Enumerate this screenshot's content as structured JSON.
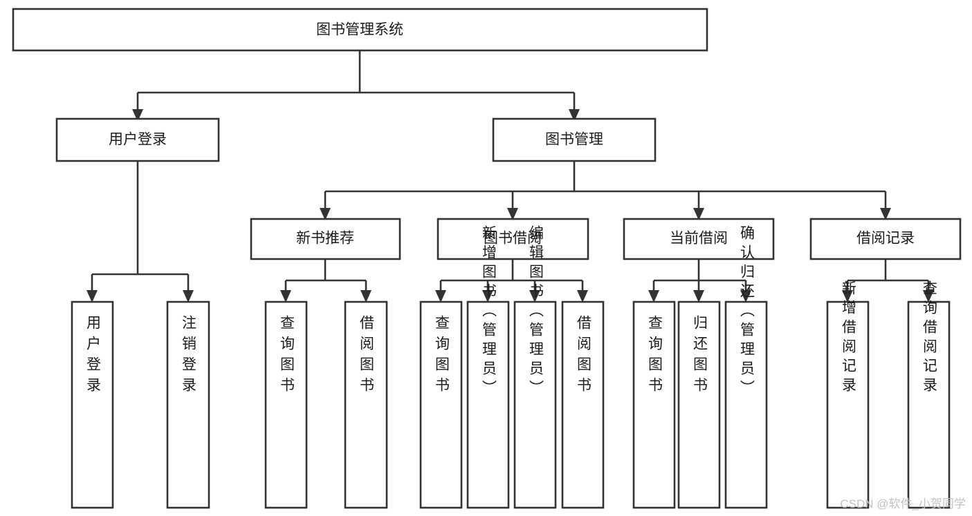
{
  "diagram": {
    "title": "图书管理系统",
    "type": "tree-hierarchy",
    "root": {
      "id": "root",
      "label": "图书管理系统",
      "level": 1
    },
    "level2": [
      {
        "id": "user-login",
        "label": "用户登录"
      },
      {
        "id": "book-manage",
        "label": "图书管理"
      }
    ],
    "level3": [
      {
        "id": "new-book-recommend",
        "label": "新书推荐",
        "parent": "book-manage"
      },
      {
        "id": "book-borrow",
        "label": "图书借阅",
        "parent": "book-manage"
      },
      {
        "id": "current-borrow",
        "label": "当前借阅",
        "parent": "book-manage"
      },
      {
        "id": "borrow-record",
        "label": "借阅记录",
        "parent": "book-manage"
      }
    ],
    "leaves": {
      "user-login": [
        {
          "id": "leaf-user-login",
          "label": "用户登录"
        },
        {
          "id": "leaf-user-logout",
          "label": "注销登录"
        }
      ],
      "new-book-recommend": [
        {
          "id": "leaf-query-book-1",
          "label": "查询图书"
        },
        {
          "id": "leaf-borrow-book-1",
          "label": "借阅图书"
        }
      ],
      "book-borrow": [
        {
          "id": "leaf-query-book-2",
          "label": "查询图书"
        },
        {
          "id": "leaf-add-book",
          "label": "新增图书（管理员）"
        },
        {
          "id": "leaf-edit-book",
          "label": "编辑图书（管理员）"
        },
        {
          "id": "leaf-borrow-book-2",
          "label": "借阅图书"
        }
      ],
      "current-borrow": [
        {
          "id": "leaf-query-book-3",
          "label": "查询图书"
        },
        {
          "id": "leaf-return-book",
          "label": "归还图书"
        },
        {
          "id": "leaf-confirm-return",
          "label": "确认归还（管理员）"
        }
      ],
      "borrow-record": [
        {
          "id": "leaf-add-record",
          "label": "新增借阅记录"
        },
        {
          "id": "leaf-query-record",
          "label": "查询借阅记录"
        }
      ]
    }
  },
  "watermark": {
    "text": "CSDN @软件_小贺同学"
  },
  "colors": {
    "stroke": "#333333",
    "box_fill": "#ffffff",
    "text": "#1b1b1b",
    "watermark": "#c2c2c2",
    "background": "#ffffff"
  }
}
